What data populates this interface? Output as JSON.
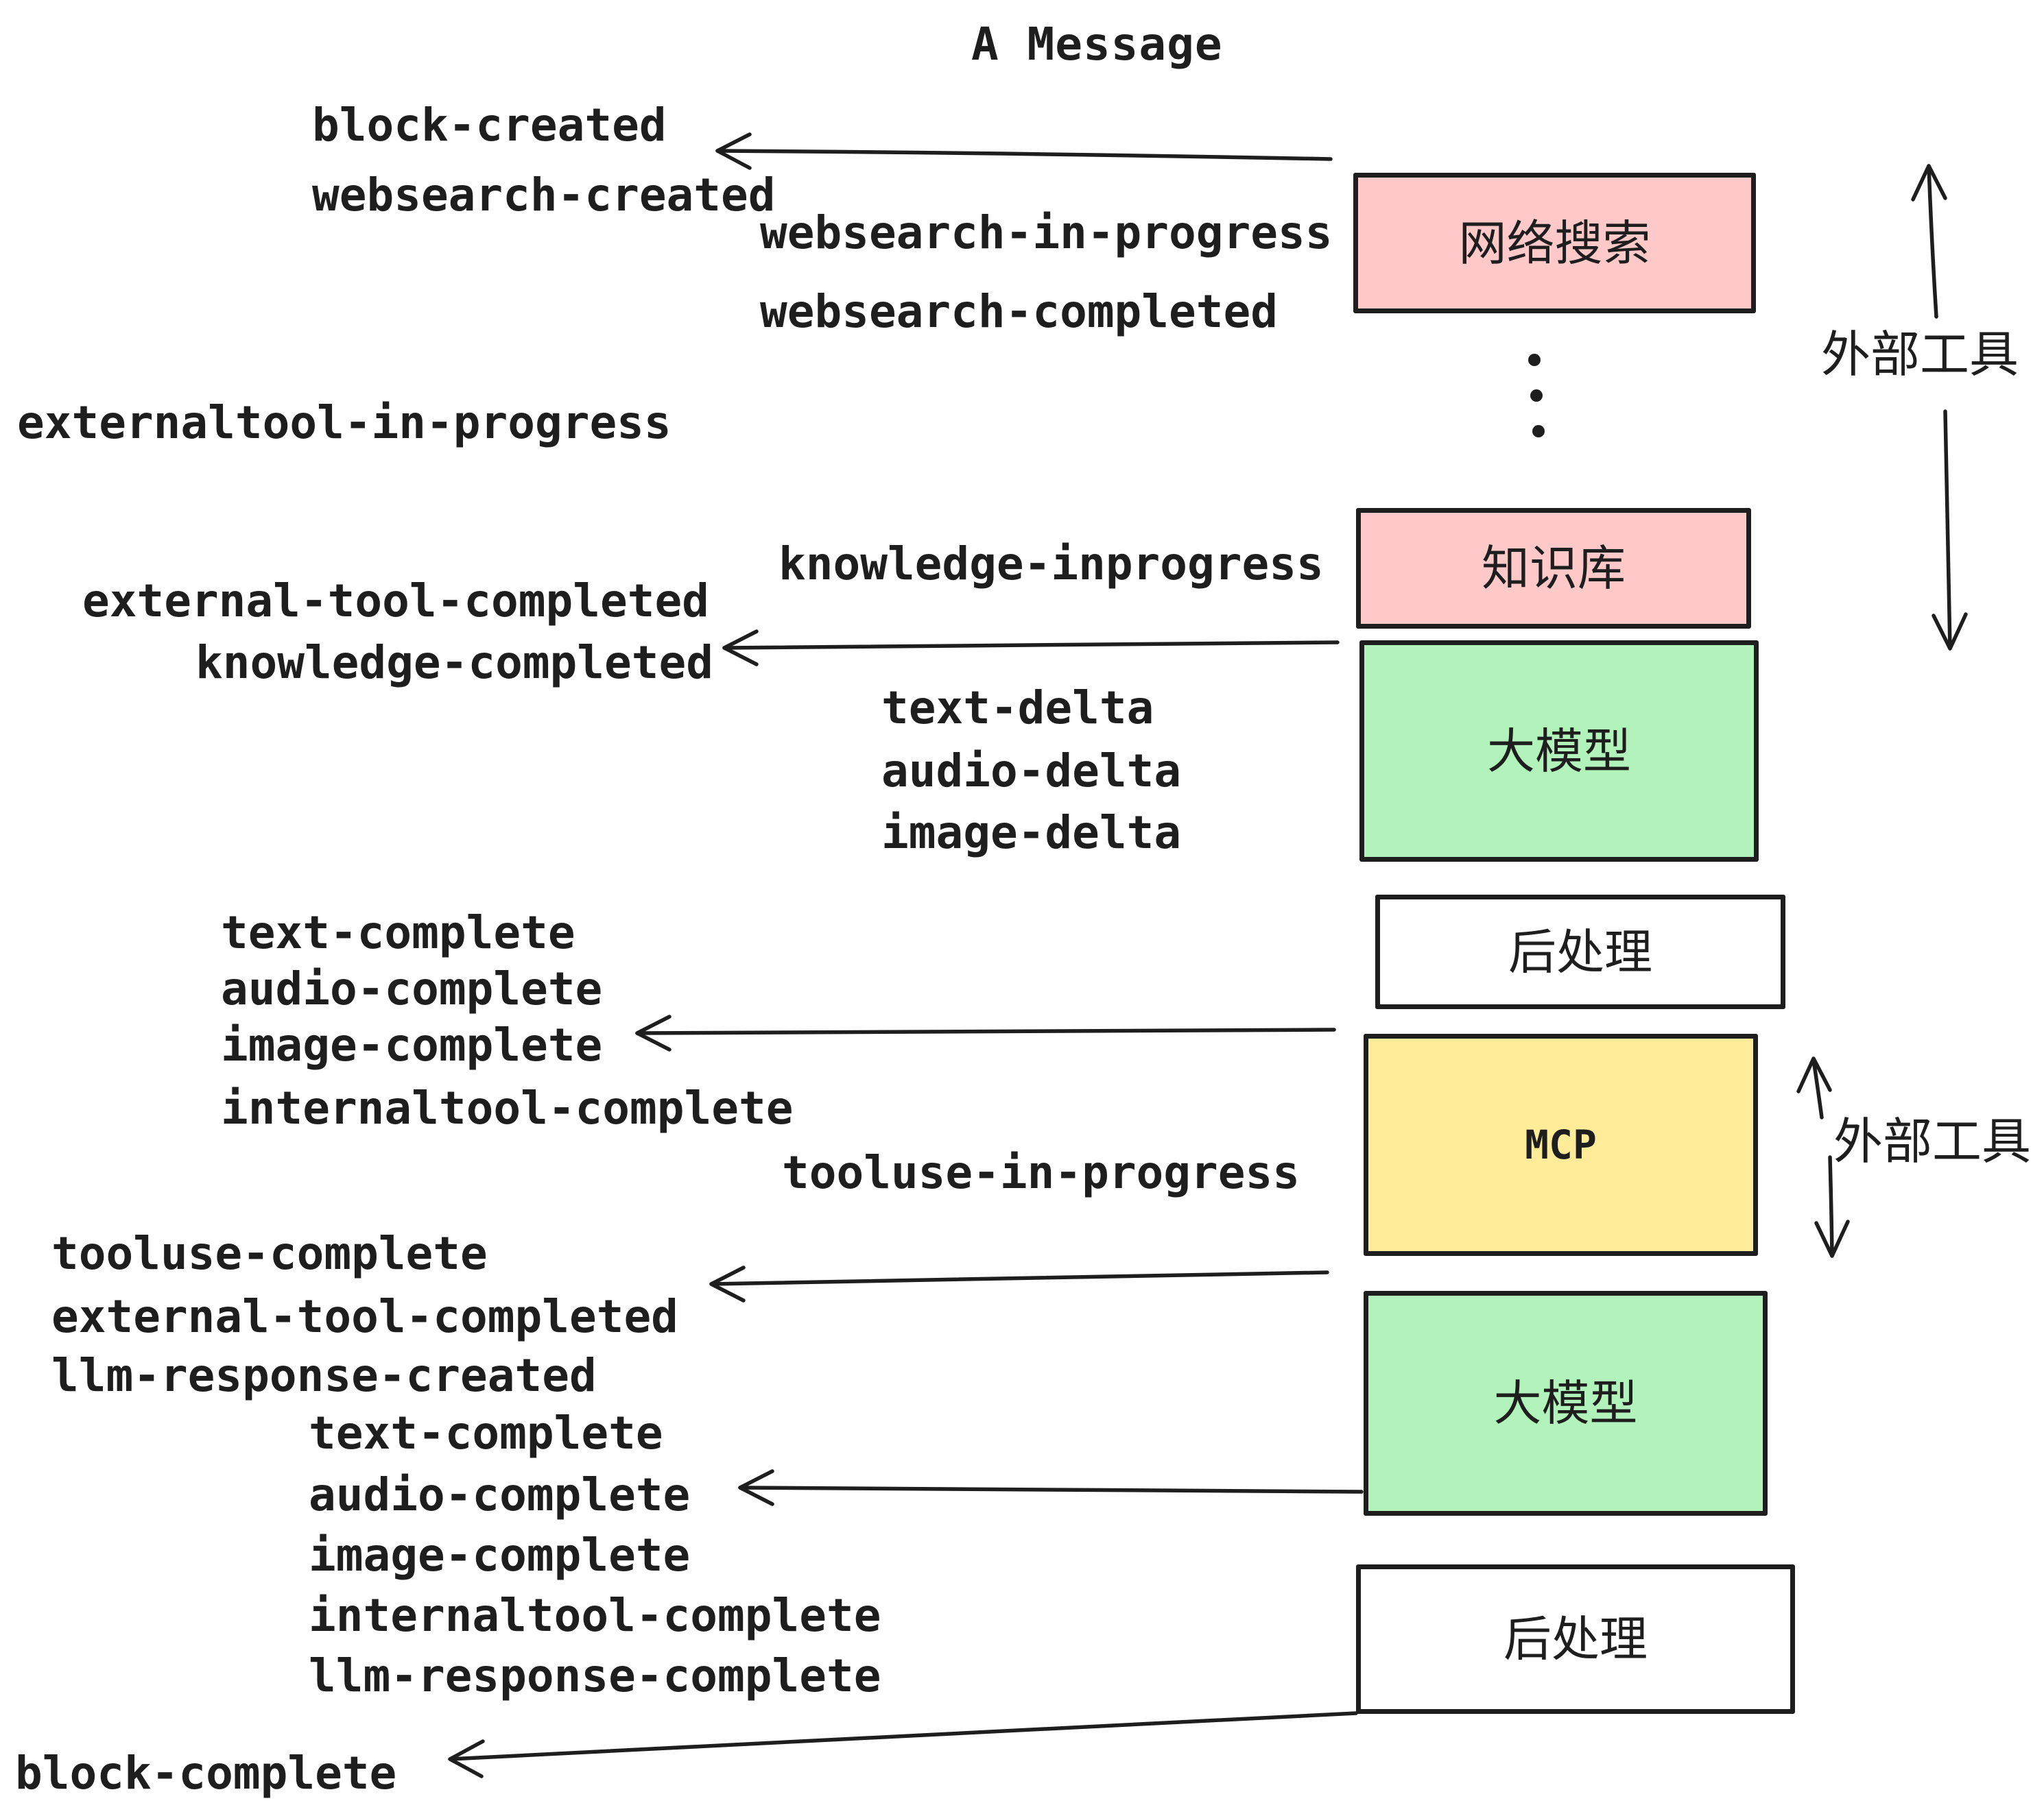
{
  "title": "A Message",
  "colors": {
    "box_pink": "#ffc9c9",
    "box_green": "#b2f2bb",
    "box_yellow": "#ffec99",
    "stroke": "#1e1e1e",
    "background": "#ffffff"
  },
  "boxes": {
    "websearch": {
      "label": "网络搜索"
    },
    "knowledge": {
      "label": "知识库"
    },
    "llm1": {
      "label": "大模型"
    },
    "post1": {
      "label": "后处理"
    },
    "mcp": {
      "label": "MCP"
    },
    "llm2": {
      "label": "大模型"
    },
    "post2": {
      "label": "后处理"
    }
  },
  "side_labels": {
    "external_tools_top": "外部工具",
    "external_tools_mid": "外部工具"
  },
  "events": {
    "block_created": "block-created",
    "websearch_created": "websearch-created",
    "websearch_in_progress": "websearch-in-progress",
    "websearch_completed": "websearch-completed",
    "externaltool_in_progress": "externaltool-in-progress",
    "knowledge_inprogress": "knowledge-inprogress",
    "external_tool_completed_1": "external-tool-completed",
    "knowledge_completed": "knowledge-completed",
    "text_delta_1": "text-delta",
    "audio_delta_1": "audio-delta",
    "image_delta_1": "image-delta",
    "text_complete_1": "text-complete",
    "audio_complete_1": "audio-complete",
    "image_complete_1": "image-complete",
    "internaltool_complete_1": "internaltool-complete",
    "tooluse_in_progress": "tooluse-in-progress",
    "tooluse_complete": "tooluse-complete",
    "external_tool_completed_2": "external-tool-completed",
    "llm_response_created": "llm-response-created",
    "text_complete_2": "text-complete",
    "audio_complete_2": "audio-complete",
    "image_complete_2": "image-complete",
    "internaltool_complete_2": "internaltool-complete",
    "llm_response_complete": "llm-response-complete",
    "block_complete": "block-complete"
  }
}
